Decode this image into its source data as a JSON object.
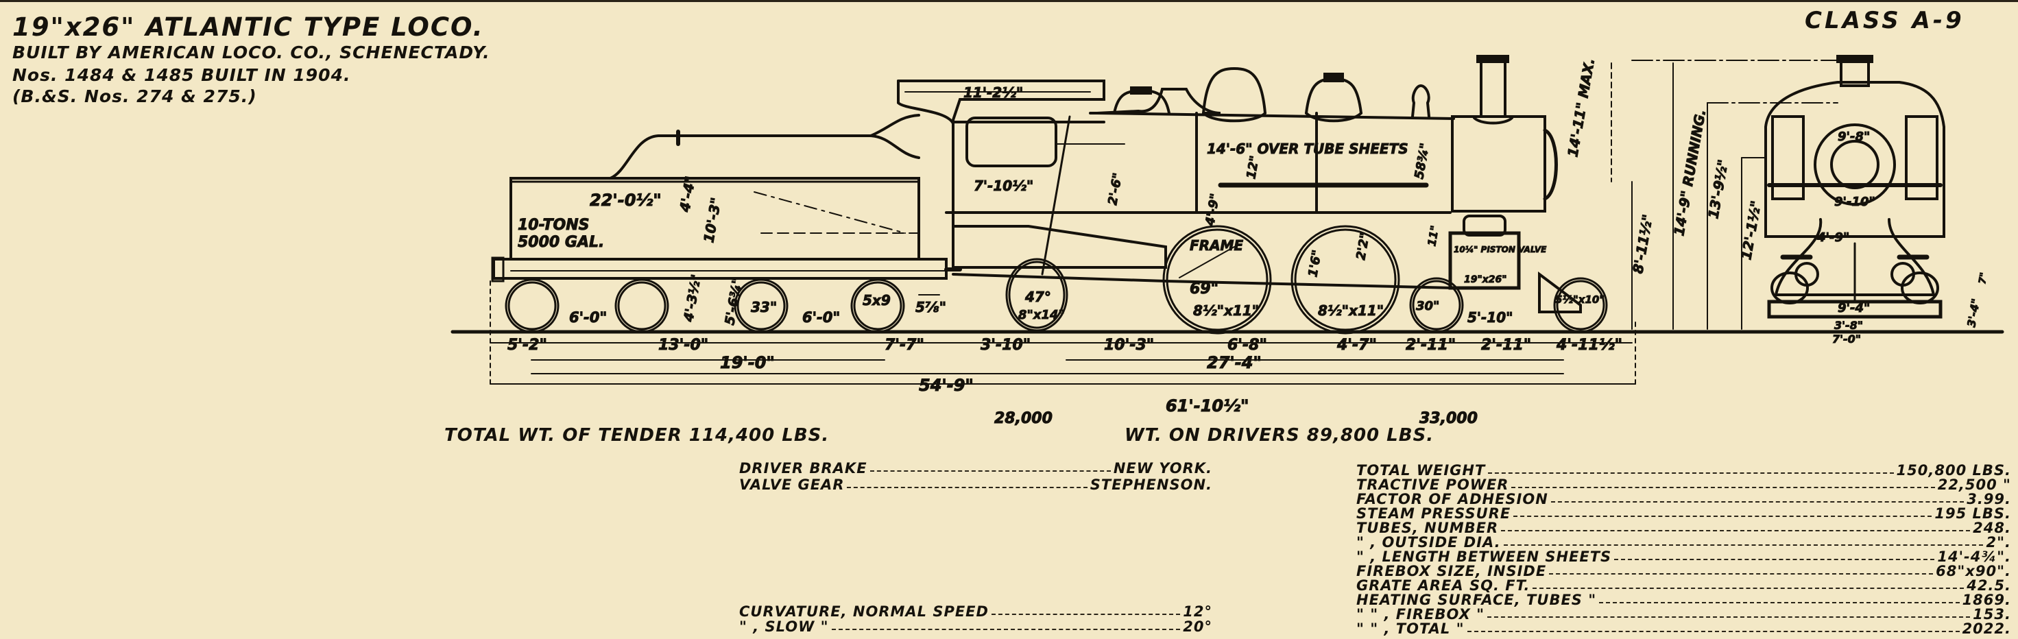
{
  "header": {
    "title": "19\"x26\" ATLANTIC TYPE LOCO.",
    "builder": "BUILT BY AMERICAN LOCO. CO., SCHENECTADY.",
    "numbers": "Nos. 1484 & 1485 BUILT IN 1904.",
    "alt_numbers": "(B.&S. Nos. 274 & 275.)",
    "class_label": "CLASS A-9"
  },
  "drawing": {
    "tender": {
      "capacity_tons": "10-TONS",
      "capacity_gal": "5000 GAL.",
      "length": "22'-0½\"",
      "height_top": "4'-4\"",
      "height_tank": "10'-3\"",
      "frame_height": "4'-3½\"",
      "deck_height": "5'-6¾\"",
      "wheel_dia": "33\"",
      "journal": "5x9",
      "truck_wb_1": "6'-0\"",
      "truck_wb_2": "6'-0\""
    },
    "engine": {
      "cab_roof": "11'-2½\"",
      "cab_width": "7'-10½\"",
      "tube_sheets": "14'-6\" OVER TUBE SHEETS",
      "firebox_depth": "2'-6\"",
      "boiler_dim_1": "4'-9\"",
      "boiler_dim_2": "12\"",
      "boiler_dim_3": "58¾\"",
      "frame_label": "FRAME",
      "driver_dia": "69\"",
      "driver_journal_1": "8½\"x11\"",
      "driver_journal_2": "8½\"x11\"",
      "driver_dim": "1'6\"",
      "driver_dim_2": "2'2\"",
      "trailer_angle": "47°",
      "trailer_journal": "8\"x14\"",
      "drawbar": "5⅞\"",
      "truck_wheel": "30\"",
      "truck_wb": "5'-10\"",
      "truck_journal": "5½\"x10\"",
      "cylinder_dim": "11\"",
      "piston_valve": "10¼\" PISTON VALVE",
      "cylinder": "19\"x26\"",
      "max_height": "14'-11\" MAX.",
      "centre_height": "8'-11½\"",
      "running_height": "14'-9\" RUNNING.",
      "dome_height": "13'-9½\"",
      "cab_height": "12'-1½\""
    },
    "front_view": {
      "width_top": "9'-8\"",
      "width_mid": "9'-10\"",
      "cyl_centres": "4'-9\"",
      "pilot_width": "9'-4\"",
      "gauge_inner": "3'-8\"",
      "gauge_outer": "7'-0\"",
      "pilot_height": "3'-4\"",
      "pilot_clear": "7\""
    },
    "wheelbase": {
      "row1": [
        "5'-2\"",
        "13'-0\"",
        "7'-7\"",
        "3'-10\"",
        "10'-3\"",
        "6'-8\"",
        "4'-7\"",
        "2'-11\"",
        "2'-11\"",
        "4'-11½\""
      ],
      "tender_wb": "19'-0\"",
      "engine_wb": "27'-4\"",
      "total_wb": "54'-9\"",
      "overall": "61'-10½\""
    },
    "axle_loads": {
      "load_1": "28,000",
      "load_2": "33,000"
    }
  },
  "weights": {
    "tender": "TOTAL WT. OF TENDER 114,400 LBS.",
    "drivers": "WT. ON DRIVERS 89,800 LBS."
  },
  "equipment": [
    {
      "label": "DRIVER BRAKE",
      "value": "NEW YORK."
    },
    {
      "label": "VALVE GEAR",
      "value": "STEPHENSON."
    }
  ],
  "curvature": [
    {
      "label": "CURVATURE, NORMAL SPEED",
      "value": "12°"
    },
    {
      "label": "\" , SLOW \"",
      "value": "20°"
    }
  ],
  "specs": [
    {
      "label": "TOTAL WEIGHT",
      "value": "150,800 LBS."
    },
    {
      "label": "TRACTIVE POWER",
      "value": "22,500 \""
    },
    {
      "label": "FACTOR OF ADHESION",
      "value": "3.99."
    },
    {
      "label": "STEAM PRESSURE",
      "value": "195 LBS."
    },
    {
      "label": "TUBES, NUMBER",
      "value": "248."
    },
    {
      "label": "\" , OUTSIDE DIA.",
      "value": "2\"."
    },
    {
      "label": "\" , LENGTH BETWEEN SHEETS",
      "value": "14'-4¾\"."
    },
    {
      "label": "FIREBOX SIZE, INSIDE",
      "value": "68\"x90\"."
    },
    {
      "label": "GRATE AREA          SQ. FT.",
      "value": "42.5."
    },
    {
      "label": "HEATING SURFACE, TUBES   \"",
      "value": "1869."
    },
    {
      "label": "\"  \" , FIREBOX   \"",
      "value": "153."
    },
    {
      "label": "\"  \" , TOTAL   \"",
      "value": "2022."
    }
  ],
  "colors": {
    "paper": "#f3e8c6",
    "ink": "#15120c"
  }
}
